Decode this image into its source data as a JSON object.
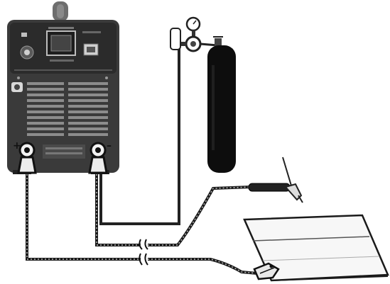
{
  "diagram": {
    "type": "welding-setup",
    "terminals": {
      "positive": "+",
      "negative": "–"
    },
    "components": {
      "welder": "welding-machine",
      "cylinder": "gas-cylinder",
      "regulator": "pressure-regulator",
      "torch": "welding-torch",
      "workpiece": "metal-workpiece",
      "clamp": "ground-clamp"
    }
  }
}
